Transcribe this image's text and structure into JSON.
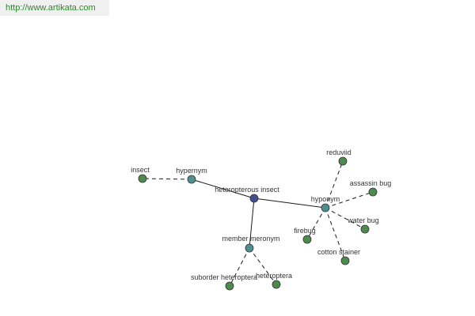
{
  "source": {
    "url_text": "http://www.artikata.com"
  },
  "colors": {
    "center": "#3f4f8f",
    "relation": "#4f8f8f",
    "leaf": "#4d8a4d",
    "link": "#2a8a2a"
  },
  "graph": {
    "center": {
      "label": "heteropterous insect"
    },
    "relations": [
      {
        "label": "hypernym"
      },
      {
        "label": "hyponym"
      },
      {
        "label": "member meronym"
      }
    ],
    "leaves": [
      {
        "label": "insect",
        "relation": "hypernym"
      },
      {
        "label": "reduviid",
        "relation": "hyponym"
      },
      {
        "label": "assassin bug",
        "relation": "hyponym"
      },
      {
        "label": "water bug",
        "relation": "hyponym"
      },
      {
        "label": "firebug",
        "relation": "hyponym"
      },
      {
        "label": "cotton stainer",
        "relation": "hyponym"
      },
      {
        "label": "suborder heteroptera",
        "relation": "member meronym"
      },
      {
        "label": "heteroptera",
        "relation": "member meronym"
      }
    ]
  }
}
